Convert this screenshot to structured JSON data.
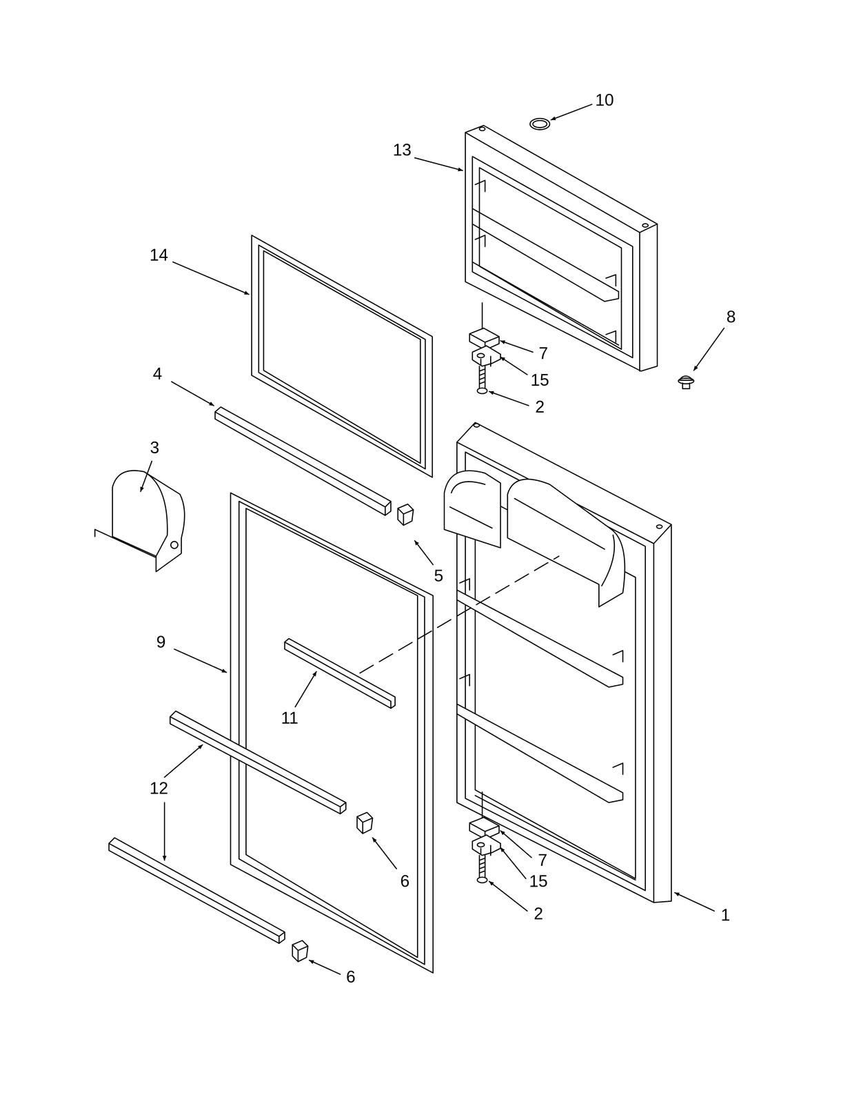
{
  "diagram": {
    "labels": [
      "10",
      "13",
      "14",
      "8",
      "7",
      "4",
      "15",
      "2",
      "3",
      "5",
      "9",
      "11",
      "12",
      "7",
      "6",
      "15",
      "2",
      "1",
      "6"
    ]
  }
}
